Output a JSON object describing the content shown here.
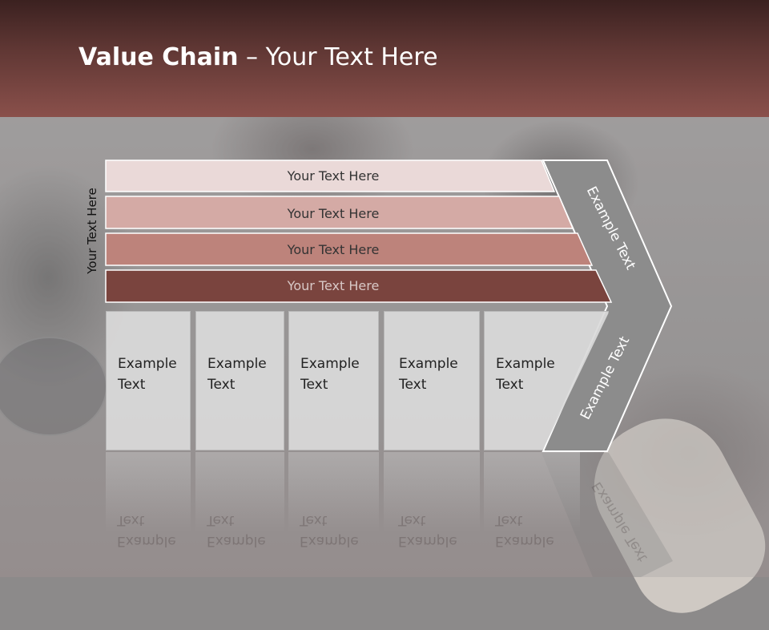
{
  "header": {
    "title_bold": "Value Chain",
    "title_rest": " – Your Text Here"
  },
  "side_label": "Your Text Here",
  "bars": [
    {
      "label": "Your Text Here",
      "fill": "#ead9d8",
      "text_color": "#333333"
    },
    {
      "label": "Your Text Here",
      "fill": "#d4aaa5",
      "text_color": "#333333"
    },
    {
      "label": "Your Text Here",
      "fill": "#bd837b",
      "text_color": "#333333"
    },
    {
      "label": "Your Text Here",
      "fill": "#7a443e",
      "text_color": "#d8c8c6"
    }
  ],
  "chevron": {
    "top_label": "Example Text",
    "bottom_label": "Example Text",
    "fill": "#8c8c8c"
  },
  "boxes": [
    {
      "line1": "Example",
      "line2": "Text"
    },
    {
      "line1": "Example",
      "line2": "Text"
    },
    {
      "line1": "Example",
      "line2": "Text"
    },
    {
      "line1": "Example",
      "line2": "Text"
    },
    {
      "line1": "Example",
      "line2": "Text"
    }
  ]
}
